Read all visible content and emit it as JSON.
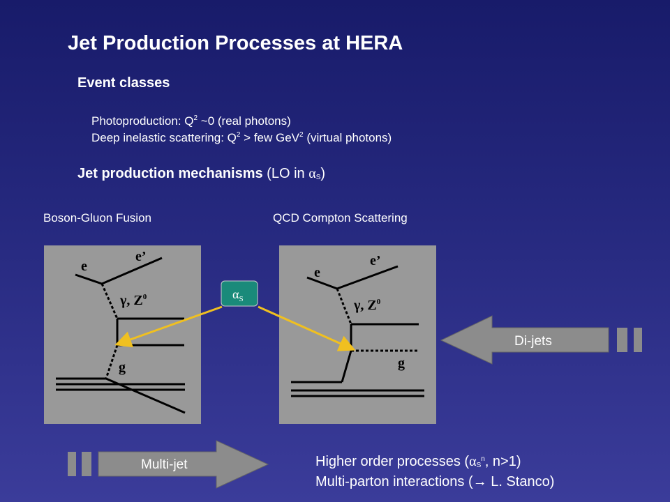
{
  "title": "Jet Production Processes at HERA",
  "event_classes": {
    "heading": "Event classes",
    "photoproduction": {
      "pre": "Photoproduction: Q",
      "sup": "2",
      "post": " ~0 (real photons)"
    },
    "dis": {
      "pre": "Deep inelastic scattering: Q",
      "sup1": "2",
      "mid": " > few GeV",
      "sup2": "2",
      "post": " (virtual photons)"
    }
  },
  "mechanisms": {
    "heading": "Jet production mechanisms",
    "suffix_pre": " (LO in ",
    "alpha": "α",
    "alpha_sub": "S",
    "suffix_post": ")"
  },
  "diagrams": {
    "bgf": {
      "title": "Boson-Gluon Fusion",
      "e_in": "e",
      "e_out": "e’",
      "boson": "γ, Z",
      "boson_sup": "0",
      "gluon": "g"
    },
    "qcdc": {
      "title": "QCD Compton Scattering",
      "e_in": "e",
      "e_out": "e’",
      "boson": "γ, Z",
      "boson_sup": "0",
      "gluon": "g"
    }
  },
  "alpha_box": {
    "alpha": "α",
    "sub": "S"
  },
  "arrows": {
    "dijets": "Di-jets",
    "multijet": "Multi-jet"
  },
  "higher_order": {
    "line1_pre": "Higher order processes (",
    "alpha": "α",
    "sub": "S",
    "sup": "n",
    "line1_post": ", n>1)",
    "line2": "Multi-parton interactions (→ L. Stanco)"
  },
  "colors": {
    "panel": "#999999",
    "alpha_box": "#1a8a7a",
    "highlight_arrow": "#f0c020",
    "grey_arrow": "#8c8c8c"
  }
}
